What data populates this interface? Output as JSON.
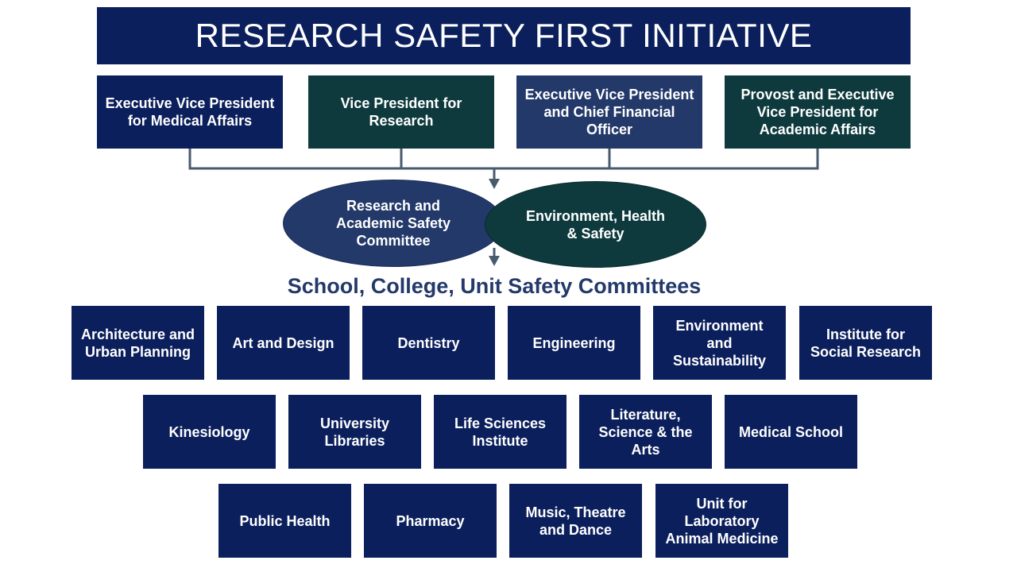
{
  "title": "RESEARCH SAFETY FIRST INITIATIVE",
  "executives": [
    "Executive Vice President for Medical Affairs",
    "Vice President for Research",
    "Executive Vice President and Chief Financial Officer",
    "Provost and Executive Vice President for Academic Affairs"
  ],
  "committees": {
    "left": "Research and Academic Safety Committee",
    "right": "Environment, Health & Safety"
  },
  "subtitle": "School, College, Unit Safety Committees",
  "units_row1": [
    "Architecture and Urban Planning",
    "Art and Design",
    "Dentistry",
    "Engineering",
    "Environment and Sustainability",
    "Institute for Social Research"
  ],
  "units_row2": [
    "Kinesiology",
    "University Libraries",
    "Life Sciences Institute",
    "Literature, Science & the Arts",
    "Medical School"
  ],
  "units_row3": [
    "Public Health",
    "Pharmacy",
    "Music, Theatre and Dance",
    "Unit for Laboratory Animal Medicine"
  ],
  "colors": {
    "navy": "#0b1f5c",
    "teal": "#0e3a3d",
    "slate": "#23396a",
    "connector": "#4a5a6e"
  }
}
